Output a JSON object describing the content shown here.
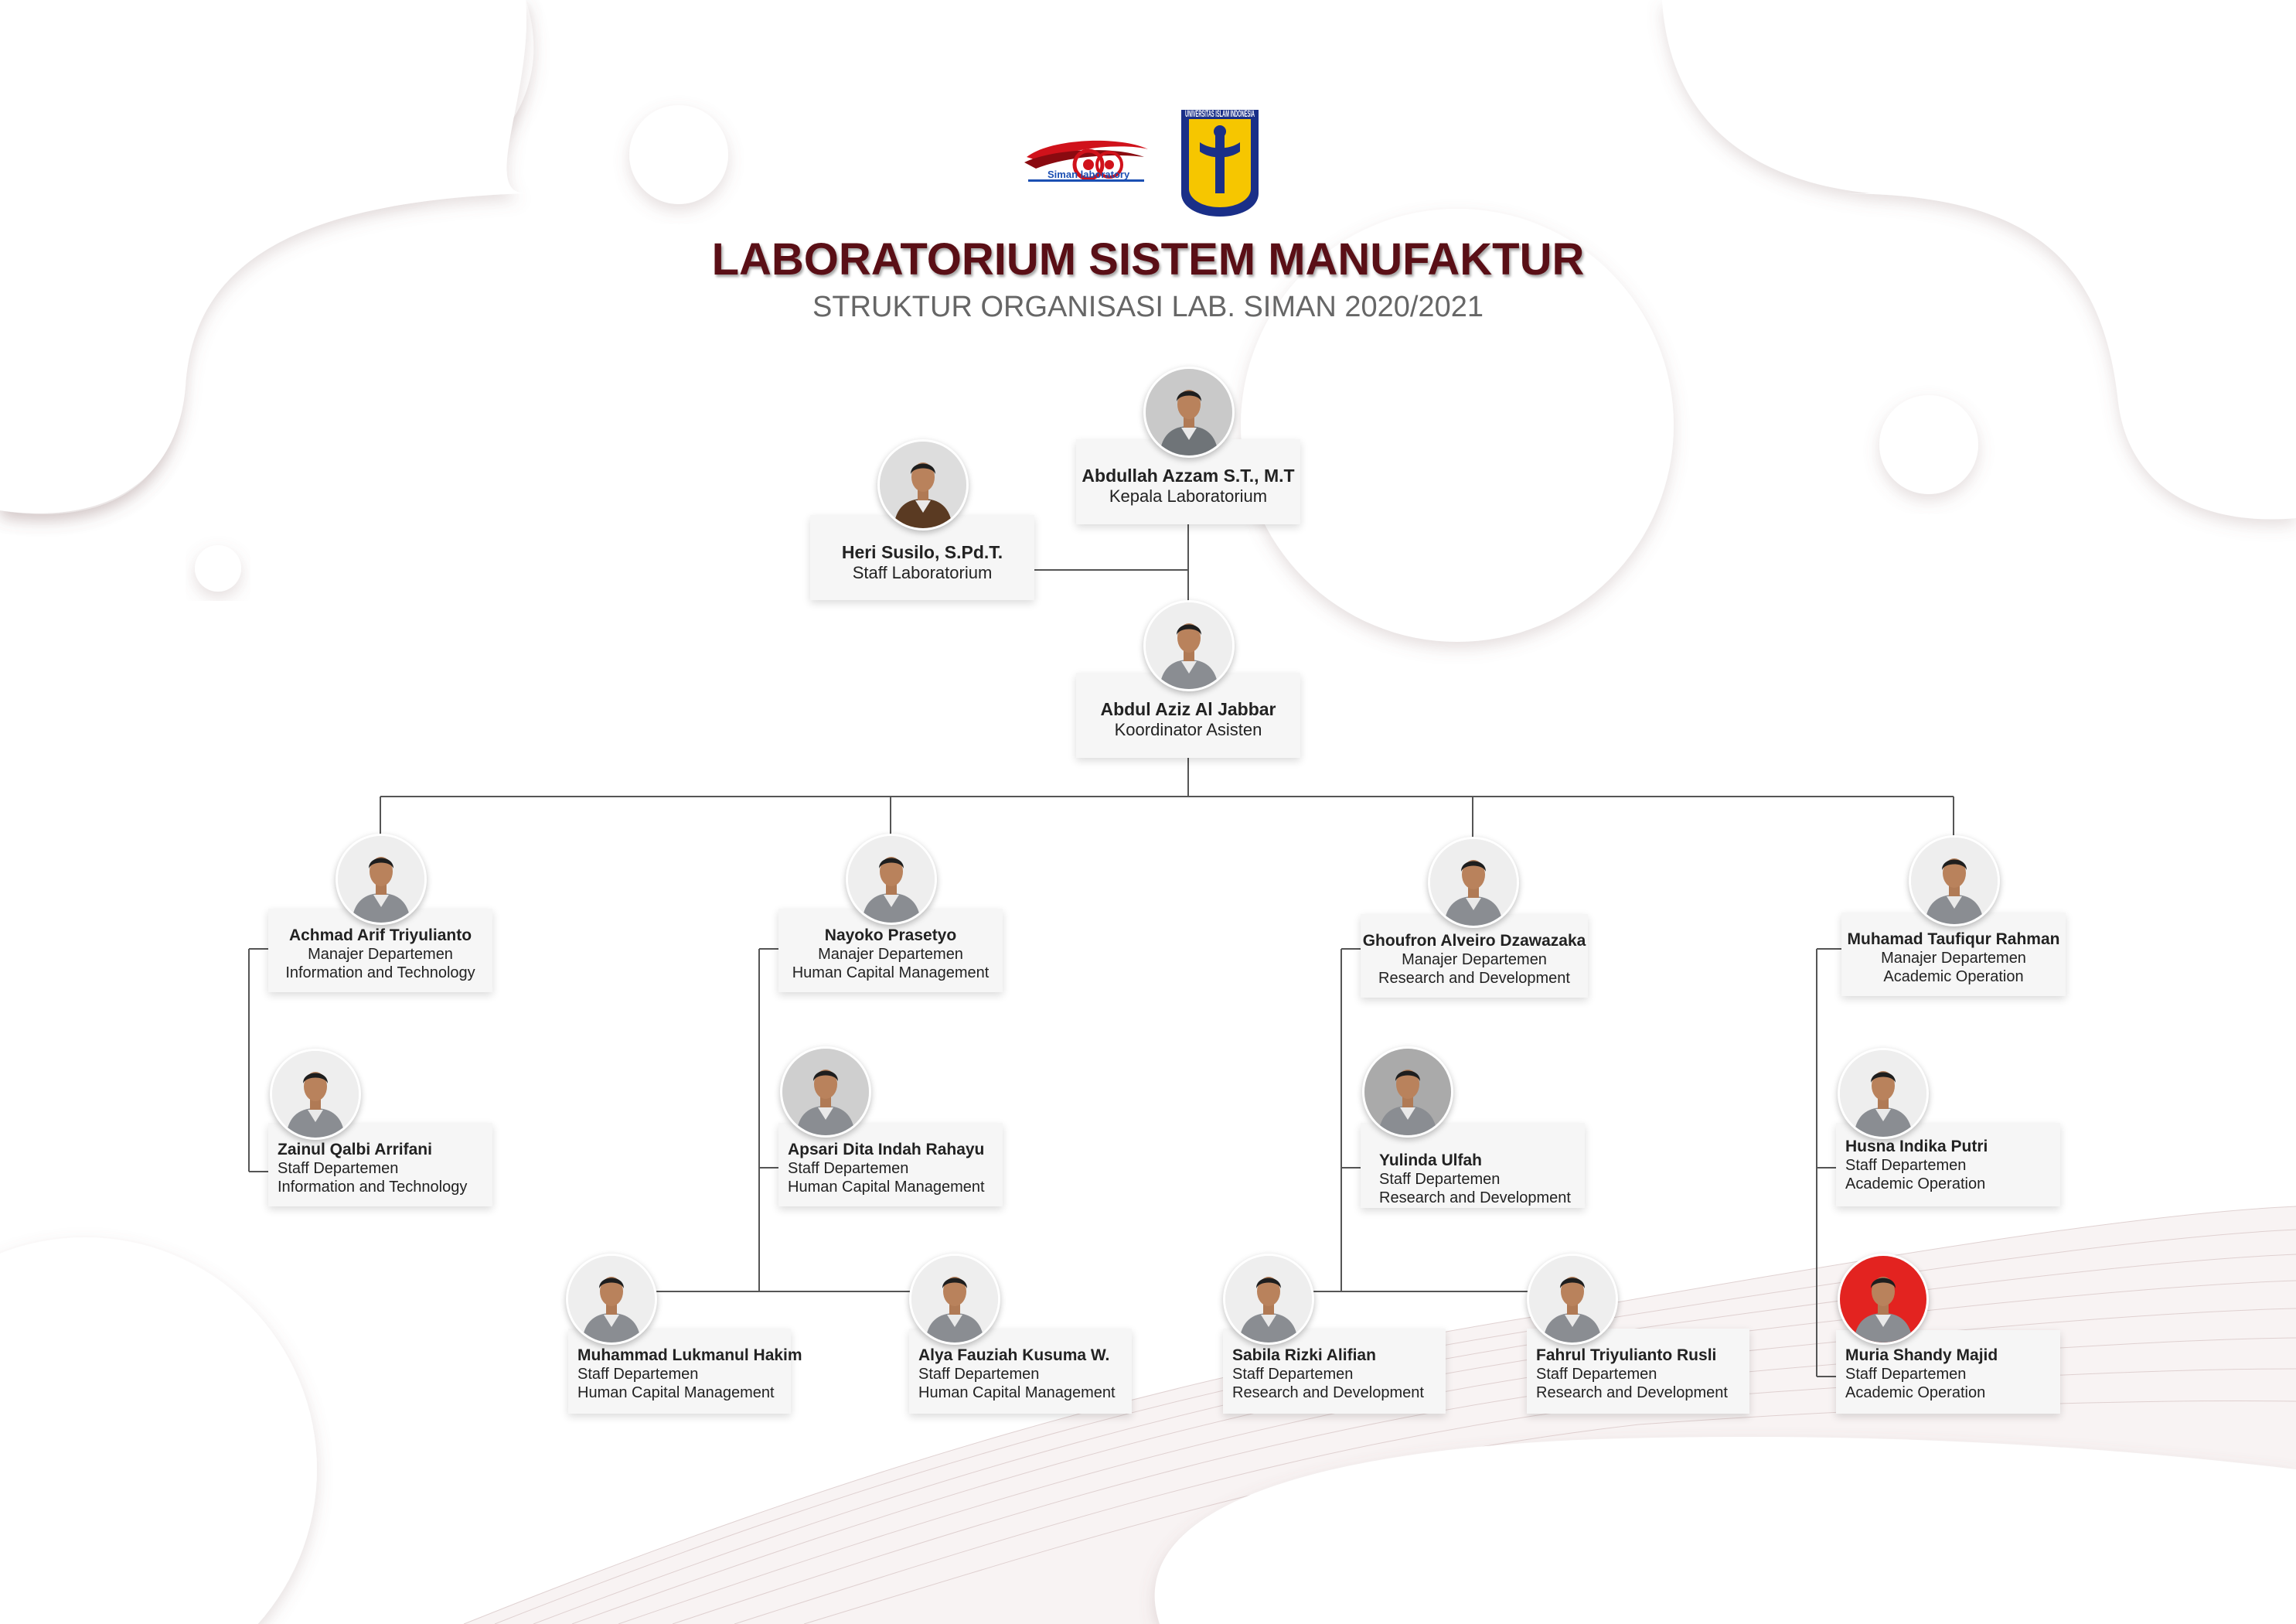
{
  "header": {
    "logo_left_caption": "Siman laboratory",
    "logo_right_ring": "UNIVERSITAS ISLAM INDONESIA",
    "title": "LABORATORIUM SISTEM MANUFAKTUR",
    "subtitle": "STRUKTUR ORGANISASI LAB. SIMAN 2020/2021"
  },
  "colors": {
    "title": "#5a0f16",
    "uii_blue": "#1a2f88",
    "uii_yellow": "#f6c600",
    "siman_red": "#d0121b",
    "line": "#555555"
  },
  "people": {
    "head": {
      "name": "Abdullah Azzam S.T., M.T",
      "role": "Kepala Laboratorium",
      "shirt": "#6f7478",
      "bg": "#c9c9c9"
    },
    "staff": {
      "name": "Heri Susilo, S.Pd.T.",
      "role": "Staff Laboratorium",
      "shirt": "#5a3a22",
      "bg": "#dddddd"
    },
    "coord": {
      "name": "Abdul Aziz Al Jabbar",
      "role": "Koordinator Asisten",
      "shirt": "#8a8d92",
      "bg": "#eeeeee"
    },
    "it_mgr": {
      "name": "Achmad Arif Triyulianto",
      "role": "Manajer Departemen",
      "dept": "Information and Technology",
      "shirt": "#8a8d92",
      "bg": "#eeeeee"
    },
    "it_s1": {
      "name": "Zainul Qalbi Arrifani",
      "role": "Staff Departemen",
      "dept": "Information and Technology",
      "shirt": "#8a8d92",
      "bg": "#eeeeee"
    },
    "hcm_mgr": {
      "name": "Nayoko Prasetyo",
      "role": "Manajer Departemen",
      "dept": "Human Capital Management",
      "shirt": "#8a8d92",
      "bg": "#eeeeee"
    },
    "hcm_s1": {
      "name": "Apsari Dita Indah Rahayu",
      "role": "Staff Departemen",
      "dept": "Human Capital Management",
      "shirt": "#8a8d92",
      "bg": "#cfcfcf"
    },
    "hcm_s2": {
      "name": "Muhammad Lukmanul Hakim",
      "role": "Staff Departemen",
      "dept": "Human Capital Management",
      "shirt": "#8a8d92",
      "bg": "#eeeeee"
    },
    "hcm_s3": {
      "name": "Alya Fauziah Kusuma W.",
      "role": "Staff Departemen",
      "dept": "Human Capital Management",
      "shirt": "#8a8d92",
      "bg": "#eeeeee"
    },
    "rnd_mgr": {
      "name": "Ghoufron Alveiro Dzawazaka",
      "role": "Manajer Departemen",
      "dept": "Research and Development",
      "shirt": "#8a8d92",
      "bg": "#eeeeee"
    },
    "rnd_s1": {
      "name": "Yulinda Ulfah",
      "role": "Staff Departemen",
      "dept": "Research and Development",
      "shirt": "#8a8d92",
      "bg": "#aaaaaa"
    },
    "rnd_s2": {
      "name": "Sabila Rizki Alifian",
      "role": "Staff Departemen",
      "dept": "Research and Development",
      "shirt": "#8a8d92",
      "bg": "#eeeeee"
    },
    "rnd_s3": {
      "name": "Fahrul Triyulianto Rusli",
      "role": "Staff Departemen",
      "dept": "Research and Development",
      "shirt": "#8a8d92",
      "bg": "#eeeeee"
    },
    "ao_mgr": {
      "name": "Muhamad Taufiqur Rahman",
      "role": "Manajer Departemen",
      "dept": "Academic Operation",
      "shirt": "#8a8d92",
      "bg": "#eeeeee"
    },
    "ao_s1": {
      "name": "Husna Indika Putri",
      "role": "Staff Departemen",
      "dept": "Academic Operation",
      "shirt": "#8a8d92",
      "bg": "#eeeeee"
    },
    "ao_s2": {
      "name": "Muria Shandy Majid",
      "role": "Staff Departemen",
      "dept": "Academic Operation",
      "shirt": "#8a8d92",
      "bg": "#e32320"
    }
  }
}
